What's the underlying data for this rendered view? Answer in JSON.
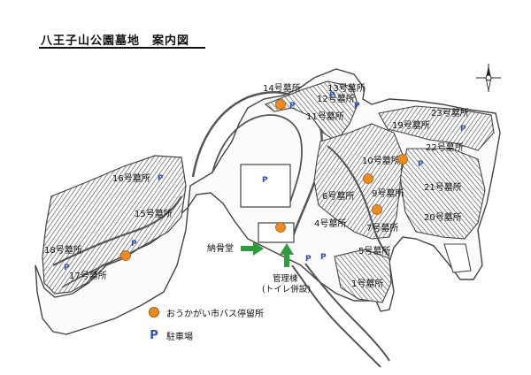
{
  "title": "八王子山公園墓地　案内図",
  "sections": [
    {
      "id": "1",
      "label": "1号墓所"
    },
    {
      "id": "4",
      "label": "4号墓所"
    },
    {
      "id": "5",
      "label": "5号墓所"
    },
    {
      "id": "6",
      "label": "6号墓所"
    },
    {
      "id": "7",
      "label": "7号墓所"
    },
    {
      "id": "9",
      "label": "9号墓所"
    },
    {
      "id": "10",
      "label": "10号墓所"
    },
    {
      "id": "11",
      "label": "11号墓所"
    },
    {
      "id": "12",
      "label": "12号墓所"
    },
    {
      "id": "13",
      "label": "13号墓所"
    },
    {
      "id": "14",
      "label": "14号墓所"
    },
    {
      "id": "15",
      "label": "15号墓所"
    },
    {
      "id": "16",
      "label": "16号墓所"
    },
    {
      "id": "17",
      "label": "17号墓所"
    },
    {
      "id": "18",
      "label": "18号墓所"
    },
    {
      "id": "19",
      "label": "19号墓所"
    },
    {
      "id": "20",
      "label": "20号墓所"
    },
    {
      "id": "21",
      "label": "21号墓所"
    },
    {
      "id": "22",
      "label": "22号墓所"
    },
    {
      "id": "23",
      "label": "23号墓所"
    }
  ],
  "facilities": {
    "ossuary": "納骨堂",
    "office_line1": "管理棟",
    "office_line2": "(トイレ併設)"
  },
  "legend": {
    "bus_stop": "おうかがい市バス停留所",
    "parking": "駐車場",
    "parking_symbol": "P"
  },
  "colors": {
    "bus_stop": "#f28a1e",
    "parking": "#2a4fb8",
    "arrow": "#2e9e3a",
    "road": "#555555"
  },
  "icons": {
    "north": "north-arrow-icon",
    "bus_stop": "bus-stop-marker-icon",
    "parking": "parking-icon"
  }
}
